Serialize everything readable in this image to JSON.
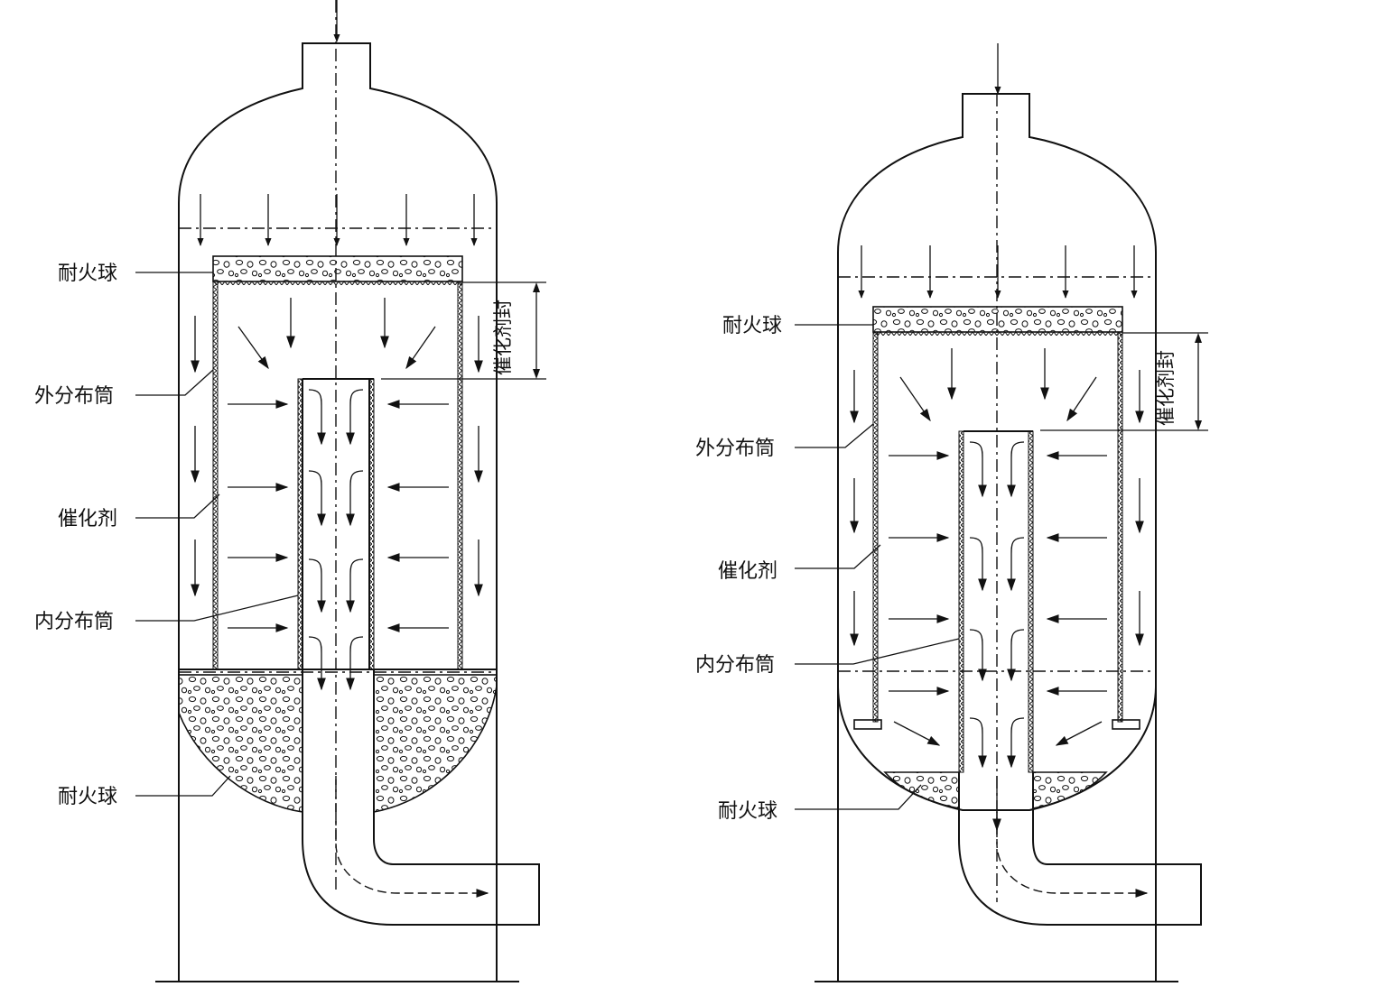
{
  "left_reactor": {
    "labels": {
      "ceramic_balls_top": "耐火球",
      "outer_distributor": "外分布筒",
      "catalyst": "催化剂",
      "inner_distributor": "内分布筒",
      "ceramic_balls_bottom": "耐火球",
      "catalyst_seal": "催化剂封"
    }
  },
  "right_reactor": {
    "labels": {
      "ceramic_balls_top": "耐火球",
      "outer_distributor": "外分布筒",
      "catalyst": "催化剂",
      "inner_distributor": "内分布筒",
      "ceramic_balls_bottom": "耐火球",
      "catalyst_seal": "催化剂封"
    }
  }
}
